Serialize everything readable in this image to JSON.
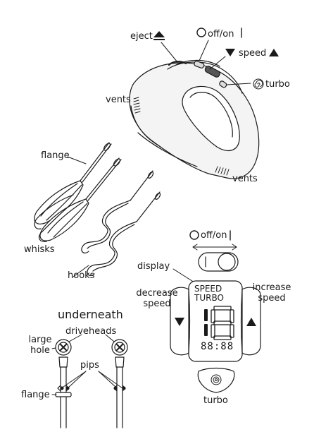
{
  "top": {
    "eject": "eject",
    "off_on": "off/on",
    "speed": "speed",
    "turbo": "turbo",
    "vents_left": "vents",
    "vents_right": "vents"
  },
  "attachments": {
    "flange": "flange",
    "whisks": "whisks",
    "hooks": "hooks"
  },
  "underneath": {
    "title": "underneath",
    "drive": "drive",
    "heads": "heads",
    "large": "large",
    "hole": "hole",
    "pips": "pips",
    "flange": "flange"
  },
  "control_panel": {
    "off_on": "off/on",
    "display": "display",
    "decrease_1": "decrease",
    "decrease_2": "speed",
    "increase_1": "increase",
    "increase_2": "speed",
    "screen_speed": "SPEED",
    "screen_turbo": "TURBO",
    "screen_number": "18",
    "screen_time": "88:88",
    "turbo": "turbo"
  }
}
